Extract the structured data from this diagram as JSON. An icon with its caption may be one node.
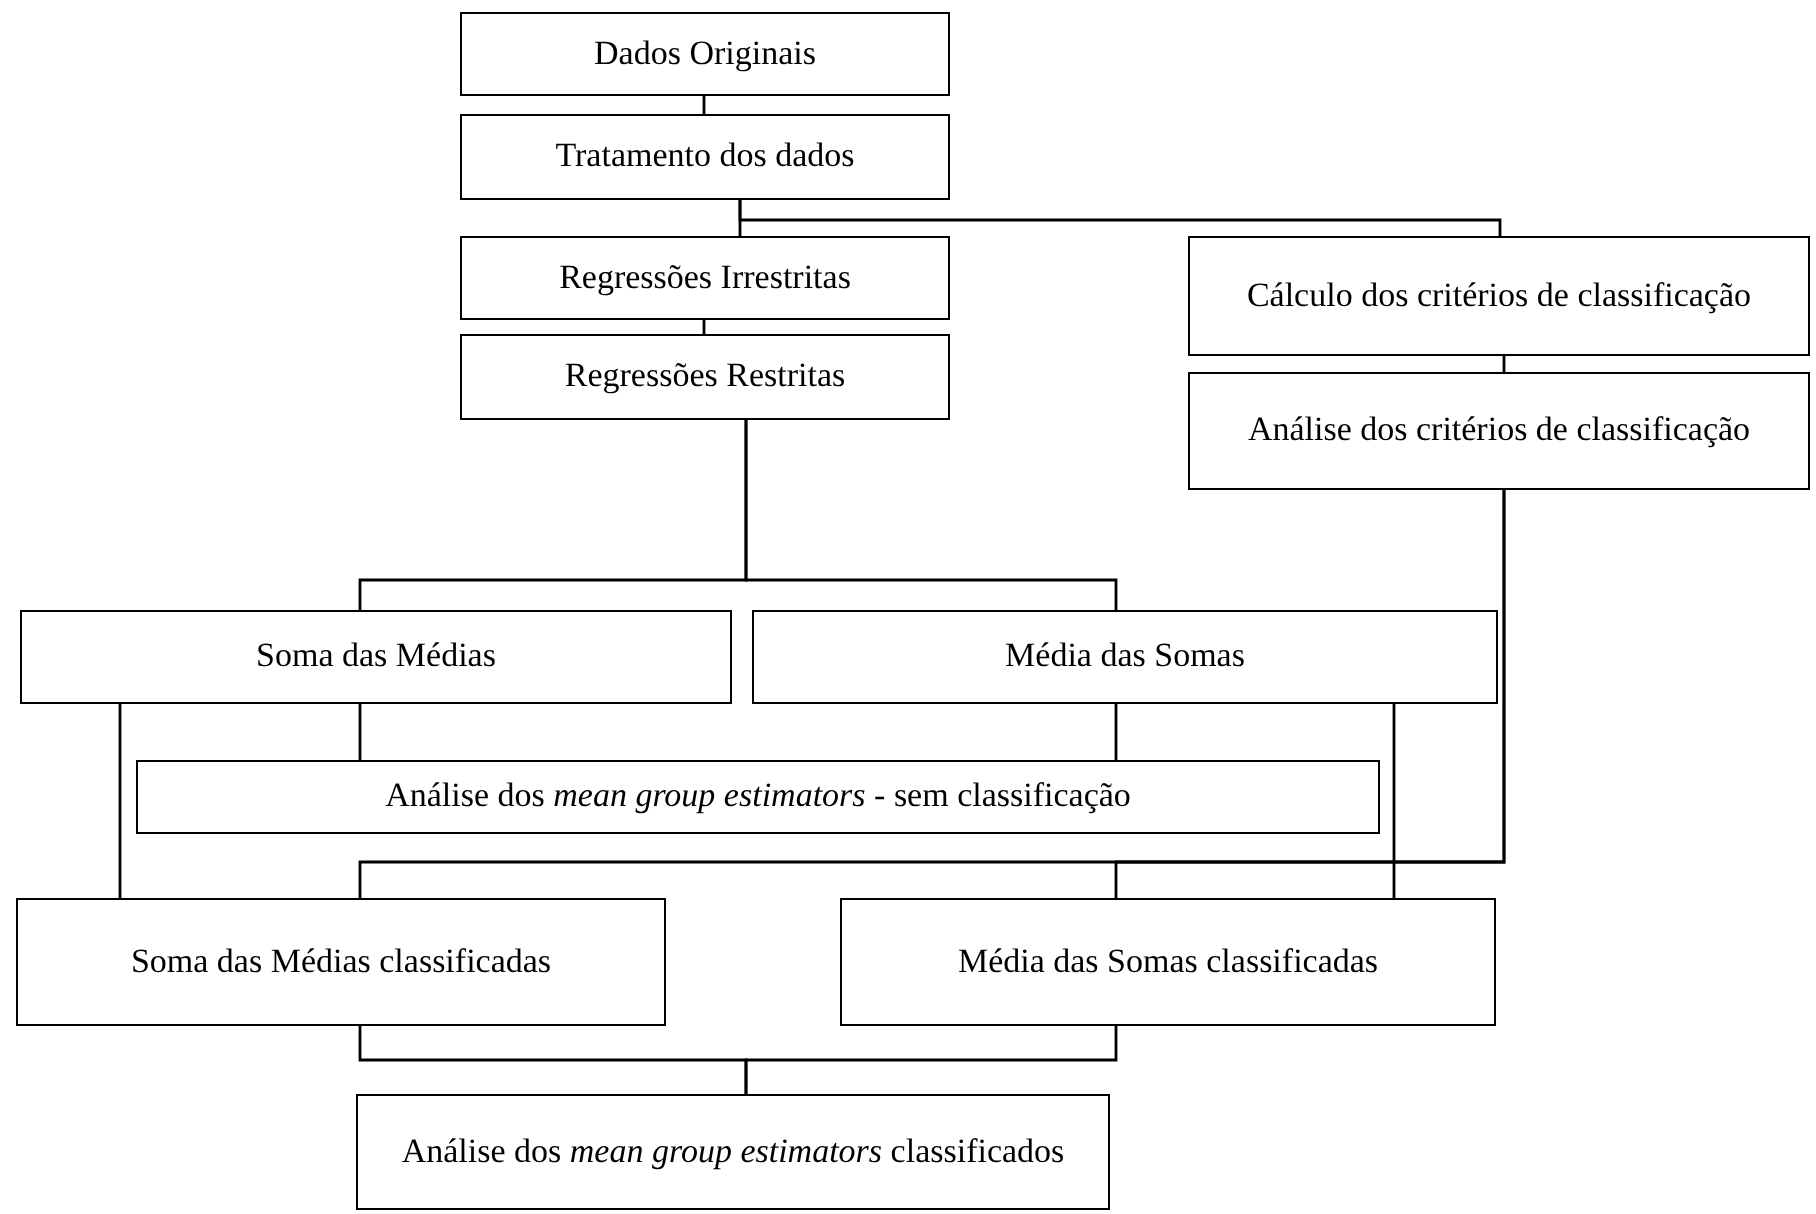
{
  "diagram": {
    "nodes": [
      {
        "text": [
          "Dados Originais"
        ]
      },
      {
        "text": [
          "Tratamento dos dados"
        ]
      },
      {
        "text": [
          "Regressões Irrestritas"
        ]
      },
      {
        "text": [
          "Cálculo dos critérios de classificação"
        ]
      },
      {
        "text": [
          "Regressões Restritas"
        ]
      },
      {
        "text": [
          "Análise dos critérios de classificação"
        ]
      },
      {
        "text": [
          "Soma das Médias"
        ]
      },
      {
        "text": [
          "Média das Somas"
        ]
      },
      {
        "text": [
          "Análise dos *mean group estimators* - sem classificação"
        ]
      },
      {
        "text": [
          "Soma das Médias classificadas"
        ]
      },
      {
        "text": [
          "Média das Somas classificadas"
        ]
      },
      {
        "text": [
          "Análise dos *mean group estimators* classificados"
        ]
      }
    ],
    "edges": [
      {
        "from": 0,
        "to": 1,
        "arrow": "none"
      },
      {
        "from": 1,
        "to": 2,
        "arrow": "none"
      },
      {
        "from": 1,
        "to": 3,
        "arrow": "none"
      },
      {
        "from": 2,
        "to": 4,
        "arrow": "none"
      },
      {
        "from": 3,
        "to": 5,
        "arrow": "none"
      },
      {
        "from": 4,
        "to": 6,
        "arrow": "none"
      },
      {
        "from": 4,
        "to": 7,
        "arrow": "none"
      },
      {
        "from": 6,
        "to": 8,
        "arrow": "none"
      },
      {
        "from": 7,
        "to": 8,
        "arrow": "none"
      },
      {
        "from": 6,
        "to": 9,
        "arrow": "none"
      },
      {
        "from": 7,
        "to": 10,
        "arrow": "none"
      },
      {
        "from": 5,
        "to": 9,
        "arrow": "none"
      },
      {
        "from": 5,
        "to": 10,
        "arrow": "none"
      },
      {
        "from": 9,
        "to": 11,
        "arrow": "none"
      },
      {
        "from": 10,
        "to": 11,
        "arrow": "none"
      }
    ]
  }
}
